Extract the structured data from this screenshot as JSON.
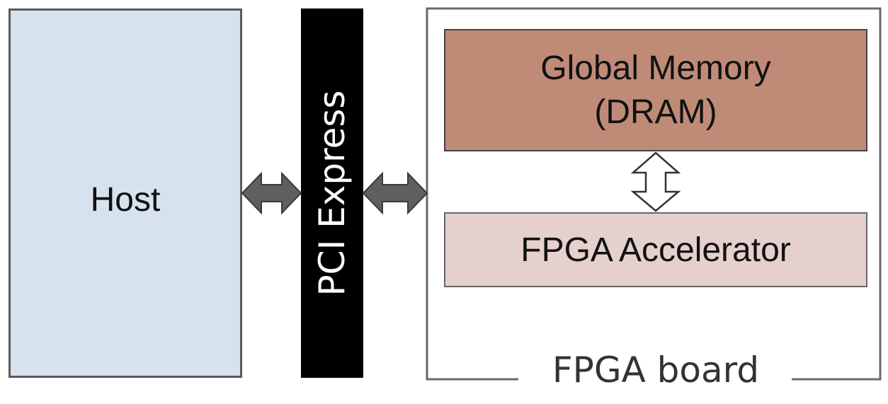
{
  "host": {
    "label": "Host"
  },
  "bus": {
    "label": "PCI Express"
  },
  "board": {
    "caption": "FPGA board",
    "global_memory": {
      "line1": "Global Memory",
      "line2": "(DRAM)"
    },
    "accelerator": {
      "label": "FPGA Accelerator"
    }
  },
  "colors": {
    "host_fill": "#d6e2ee",
    "bus_fill": "#000000",
    "memory_fill": "#bf8b77",
    "accelerator_fill": "#e5d0cd",
    "link_arrow": "#5f5f5f"
  }
}
